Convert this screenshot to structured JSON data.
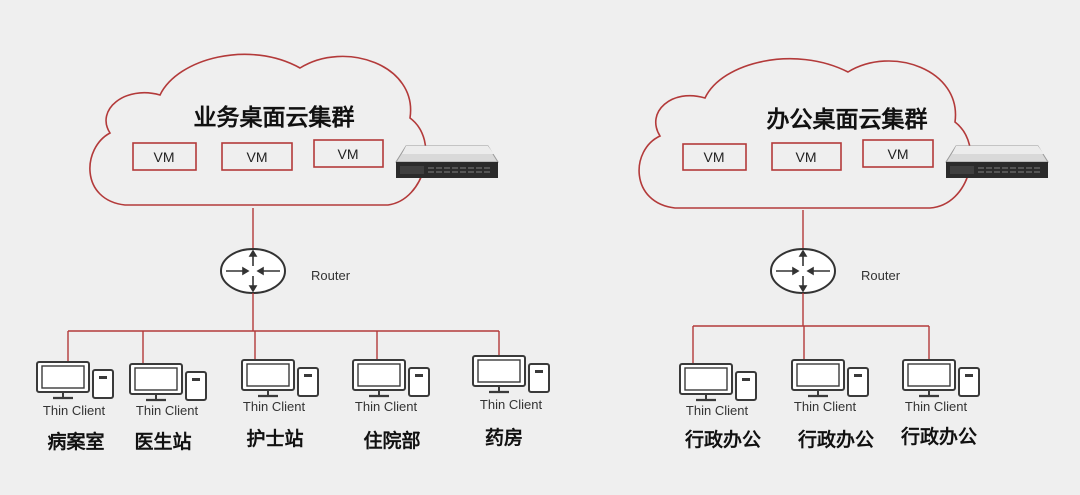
{
  "left_cluster": {
    "title": "业务桌面云集群",
    "vms": [
      "VM",
      "VM",
      "VM"
    ],
    "router_label": "Router",
    "clients": [
      {
        "label": "Thin Client",
        "dept": "病案室"
      },
      {
        "label": "Thin Client",
        "dept": "医生站"
      },
      {
        "label": "Thin Client",
        "dept": "护士站"
      },
      {
        "label": "Thin Client",
        "dept": "住院部"
      },
      {
        "label": "Thin Client",
        "dept": "药房"
      }
    ]
  },
  "right_cluster": {
    "title": "办公桌面云集群",
    "vms": [
      "VM",
      "VM",
      "VM"
    ],
    "router_label": "Router",
    "clients": [
      {
        "label": "Thin Client",
        "dept": "行政办公"
      },
      {
        "label": "Thin Client",
        "dept": "行政办公"
      },
      {
        "label": "Thin Client",
        "dept": "行政办公"
      }
    ]
  },
  "colors": {
    "line": "#b33a3a",
    "background": "#efefef",
    "device": "#3a3a3a"
  }
}
